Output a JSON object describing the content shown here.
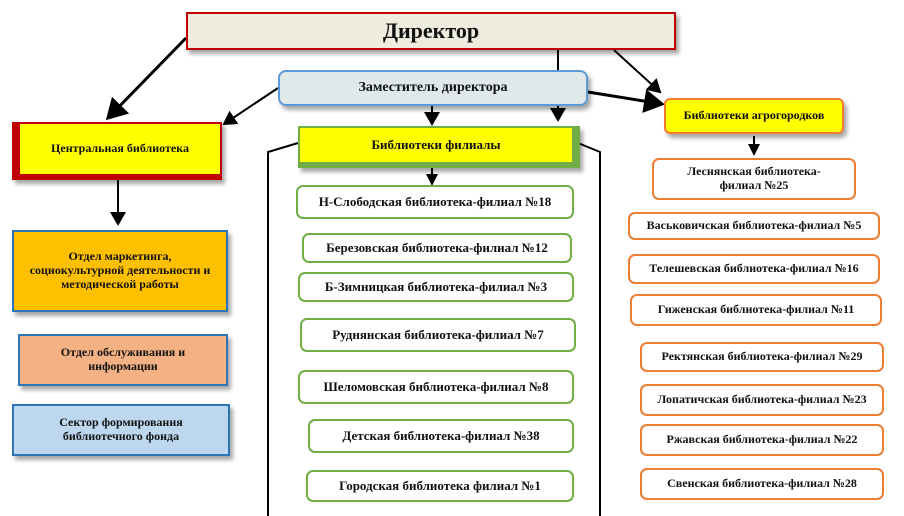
{
  "director": "Директор",
  "deputy": "Заместитель директора",
  "central_library": "Центральная библиотека",
  "departments": [
    "Отдел маркетинга, социокультурной деятельности и методической работы",
    "Отдел обслуживания и информации",
    "Сектор формирования библиотечного фонда"
  ],
  "branch_libraries": {
    "title": "Библиотеки филиалы",
    "items": [
      "Н-Слободская библиотека-филиал №18",
      "Березовская библиотека-филиал №12",
      "Б-Зимницкая библиотека-филиал №3",
      "Руднянская библиотека-филиал №7",
      "Шеломовская библиотека-филиал №8",
      "Детская библиотека-филиал №38",
      "Городская библиотека филиал №1"
    ]
  },
  "agro_libraries": {
    "title": "Библиотеки агрогородков",
    "items": [
      "Леснянская библиотека-филиал №25",
      "Васьковичская библиотека-филиал №5",
      "Телешевская библиотека-филиал №16",
      "Гиженская библиотека-филиал №11",
      "Ректянская библиотека-филиал №29",
      "Лопатичская библиотека-филиал №23",
      "Ржавская библиотека-филиал №22",
      "Свенская библиотека-филиал №28"
    ]
  }
}
